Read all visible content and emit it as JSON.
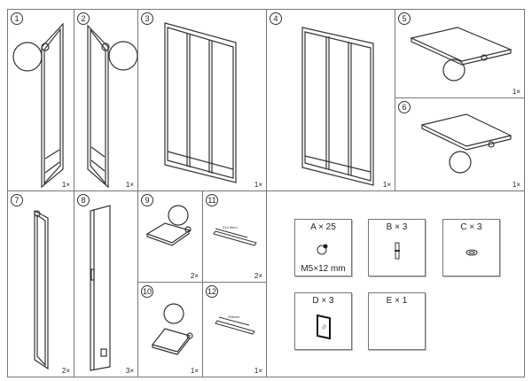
{
  "parts": [
    {
      "num": "1",
      "qty": "1×"
    },
    {
      "num": "2",
      "qty": "1×"
    },
    {
      "num": "3",
      "qty": "1×"
    },
    {
      "num": "4",
      "qty": "1×"
    },
    {
      "num": "5",
      "qty": "1×"
    },
    {
      "num": "6",
      "qty": "1×"
    },
    {
      "num": "7",
      "qty": "2×"
    },
    {
      "num": "8",
      "qty": "3×"
    },
    {
      "num": "9",
      "qty": "2×"
    },
    {
      "num": "10",
      "qty": "1×"
    },
    {
      "num": "11",
      "qty": "2×",
      "dim": "314.5mm"
    },
    {
      "num": "12",
      "qty": "1×",
      "dim": "298mm"
    }
  ],
  "hardware": [
    {
      "label": "A × 25",
      "spec": "M5×12 mm"
    },
    {
      "label": "B × 3"
    },
    {
      "label": "C × 3"
    },
    {
      "label": "D × 3"
    },
    {
      "label": "E × 1"
    }
  ]
}
